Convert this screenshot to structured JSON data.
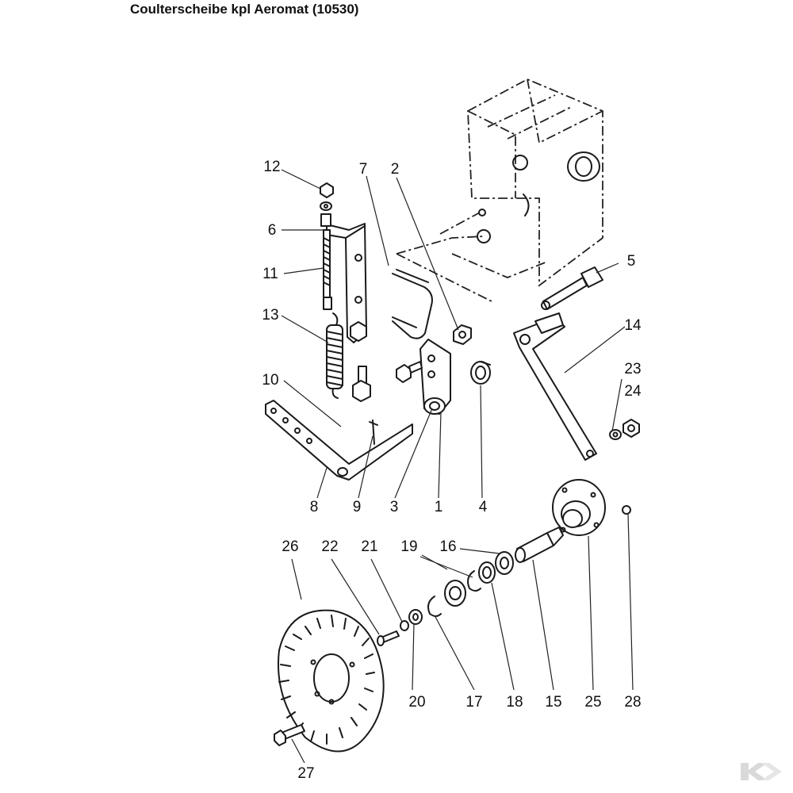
{
  "title": "Coulterscheibe kpl Aeromat (10530)",
  "callouts": [
    "1",
    "2",
    "3",
    "4",
    "5",
    "6",
    "7",
    "8",
    "9",
    "10",
    "11",
    "12",
    "13",
    "14",
    "15",
    "16",
    "17",
    "18",
    "19",
    "20",
    "21",
    "22",
    "23",
    "24",
    "25",
    "26",
    "27",
    "28"
  ],
  "colors": {
    "line": "#1a1a1a",
    "background": "#ffffff",
    "logo": "#d9d9d9"
  },
  "icons": {
    "brand": "brand-logo-icon"
  }
}
